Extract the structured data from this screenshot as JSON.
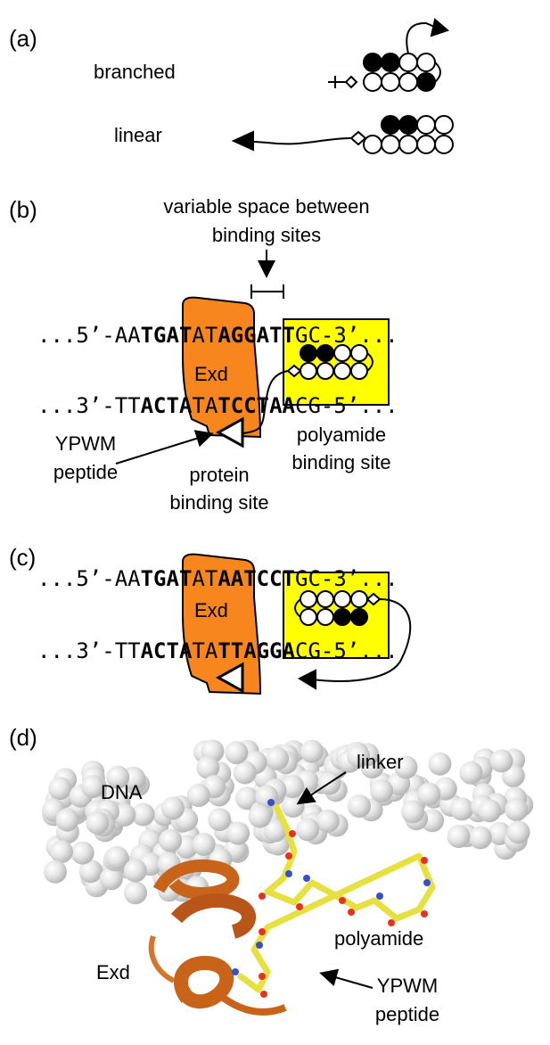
{
  "panels": {
    "a": "(a)",
    "b": "(b)",
    "c": "(c)",
    "d": "(d)"
  },
  "panel_a": {
    "branched": "branched",
    "linear": "linear"
  },
  "panel_b": {
    "spacer_line1": "variable space between",
    "spacer_line2": "binding sites",
    "top_dots_left": "...",
    "top_5prime": "5’-AA",
    "top_protein_site": "TGAT",
    "top_spacer": "AT",
    "top_polyamide_site": "AGGATT",
    "top_3prime": "GC-3’",
    "top_dots_right": "...",
    "bottom_dots_left": "...",
    "bottom_3prime": "3’-TT",
    "bottom_protein_site": "ACTA",
    "bottom_spacer": "TA",
    "bottom_polyamide_site": "TCCTAA",
    "bottom_5prime": "CG-5’",
    "bottom_dots_right": "...",
    "exd_label": "Exd",
    "ypwm_line1": "YPWM",
    "ypwm_line2": "peptide",
    "polyamide_line1": "polyamide",
    "polyamide_line2": "binding site",
    "protein_line1": "protein",
    "protein_line2": "binding site"
  },
  "panel_c": {
    "top_dots_left": "...",
    "top_5prime": "5’-AA",
    "top_protein_site": "TGAT",
    "top_spacer": "AT",
    "top_polyamide_site": "AATCCT",
    "top_3prime": "GC-3’",
    "top_dots_right": "...",
    "bottom_dots_left": "...",
    "bottom_3prime": "3’-TT",
    "bottom_protein_site": "ACTA",
    "bottom_spacer": "TA",
    "bottom_polyamide_site": "TTAGGA",
    "bottom_5prime": "CG-5’",
    "bottom_dots_right": "...",
    "exd_label": "Exd"
  },
  "panel_d": {
    "dna": "DNA",
    "linker": "linker",
    "polyamide": "polyamide",
    "exd": "Exd",
    "ypwm_line1": "YPWM",
    "ypwm_line2": "peptide"
  },
  "colors": {
    "exd_orange": "#f7861e",
    "polyamide_yellow": "#ffff00",
    "dna_sphere": "#e6e6e6",
    "stick_yellow": "#e6e040",
    "oxygen_red": "#e8321e",
    "nitrogen_blue": "#3a4ec8",
    "helix_orange": "#c8631a"
  }
}
